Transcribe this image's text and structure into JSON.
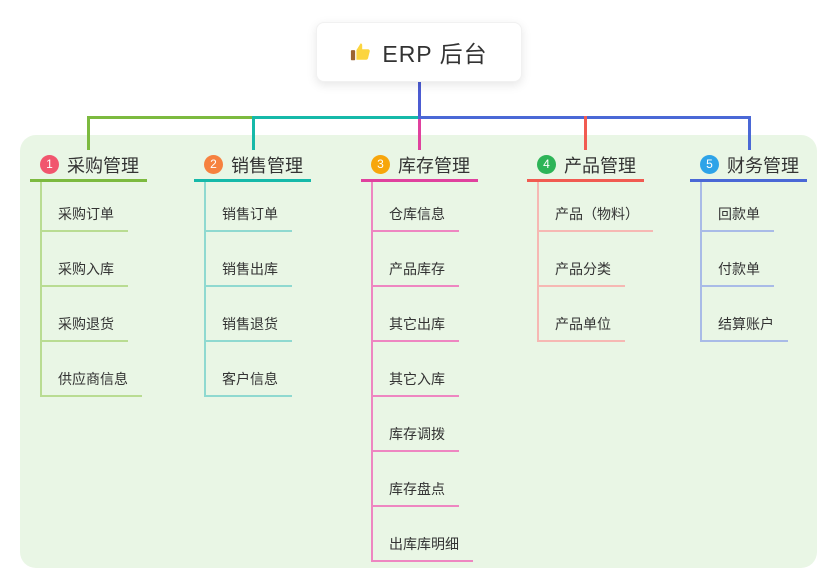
{
  "root": {
    "icon": "thumbs-up-icon",
    "title": "ERP 后台"
  },
  "colors": {
    "panel_bg": "#e9f6e5",
    "root_line": "#4c5cd2",
    "text": "#333333",
    "card_bg": "#ffffff"
  },
  "branches": [
    {
      "number": "1",
      "title": "采购管理",
      "badge_color": "#f1566e",
      "line_color": "#7cba3f",
      "light_color": "#b9dc92",
      "children": [
        "采购订单",
        "采购入库",
        "采购退货",
        "供应商信息"
      ]
    },
    {
      "number": "2",
      "title": "销售管理",
      "badge_color": "#f6813f",
      "line_color": "#16b9a9",
      "light_color": "#8fd9d0",
      "children": [
        "销售订单",
        "销售出库",
        "销售退货",
        "客户信息"
      ]
    },
    {
      "number": "3",
      "title": "库存管理",
      "badge_color": "#f7a60b",
      "line_color": "#e0419e",
      "light_color": "#ee86c1",
      "children": [
        "仓库信息",
        "产品库存",
        "其它出库",
        "其它入库",
        "库存调拨",
        "库存盘点",
        "出库库明细"
      ]
    },
    {
      "number": "4",
      "title": "产品管理",
      "badge_color": "#2db457",
      "line_color": "#f15b51",
      "light_color": "#f6b8b3",
      "children": [
        "产品（物料）",
        "产品分类",
        "产品单位"
      ]
    },
    {
      "number": "5",
      "title": "财务管理",
      "badge_color": "#2da3e8",
      "line_color": "#4a68d6",
      "light_color": "#a9bbe7",
      "children": [
        "回款单",
        "付款单",
        "结算账户"
      ]
    }
  ]
}
